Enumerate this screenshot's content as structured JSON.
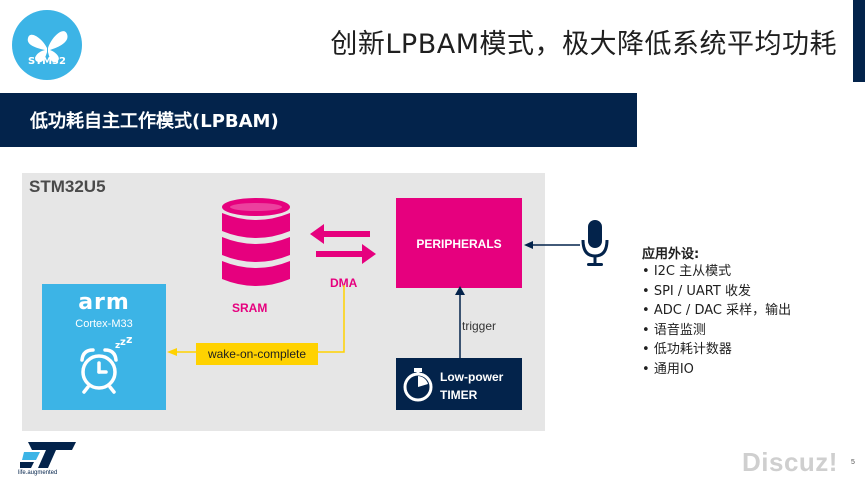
{
  "header": {
    "logo_text": "STM32",
    "title": "创新LPBAM模式，极大降低系统平均功耗"
  },
  "section": {
    "title": "低功耗自主工作模式(LPBAM)"
  },
  "diagram": {
    "chip_label": "STM32U5",
    "sram_label": "SRAM",
    "dma_label": "DMA",
    "peripherals_label": "PERIPHERALS",
    "arm_logo": "arm",
    "arm_core": "Cortex-M33",
    "wake_label": "wake-on-complete",
    "trigger_label": "trigger",
    "timer_line1": "Low-power",
    "timer_line2": "TIMER",
    "colors": {
      "navy": "#03234b",
      "magenta": "#e6007e",
      "light_blue": "#3cb4e6",
      "yellow": "#ffd200",
      "panel_gray": "#e6e6e6"
    }
  },
  "applications": {
    "heading": "应用外设:",
    "items": [
      "I2C 主从模式",
      "SPI / UART 收发",
      "ADC / DAC 采样，输出",
      "语音监测",
      "低功耗计数器",
      "通用IO"
    ]
  },
  "footer": {
    "tagline": "life.augmented",
    "page_number": "5",
    "watermark": "Discuz!"
  },
  "icons": [
    "butterfly-icon",
    "database-icon",
    "dma-arrows-icon",
    "microphone-icon",
    "alarm-clock-icon",
    "stopwatch-icon",
    "st-logo-icon"
  ]
}
